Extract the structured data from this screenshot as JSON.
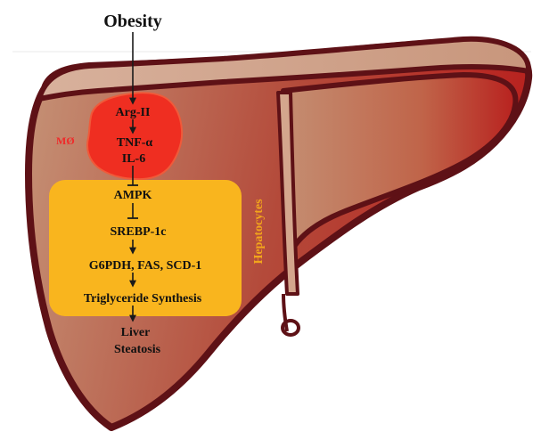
{
  "title": "Obesity",
  "macrophage_label": "MØ",
  "hepatocytes_label": "Hepatocytes",
  "macrophage_factors": [
    "Arg-II",
    "TNF-α",
    "IL-6"
  ],
  "hepatocyte_steps": [
    "AMPK",
    "SREBP-1c",
    "G6PDH, FAS, SCD-1",
    "Triglyceride Synthesis"
  ],
  "outcome": [
    "Liver",
    "Steatosis"
  ],
  "colors": {
    "liver_dark": "#5e1116",
    "liver_light": "#c9987a",
    "liver_red": "#b8221f",
    "macrophage": "#ef2e21",
    "hepatocyte_box": "#f9b51e",
    "hepatocyte_text": "#f2a51c"
  }
}
